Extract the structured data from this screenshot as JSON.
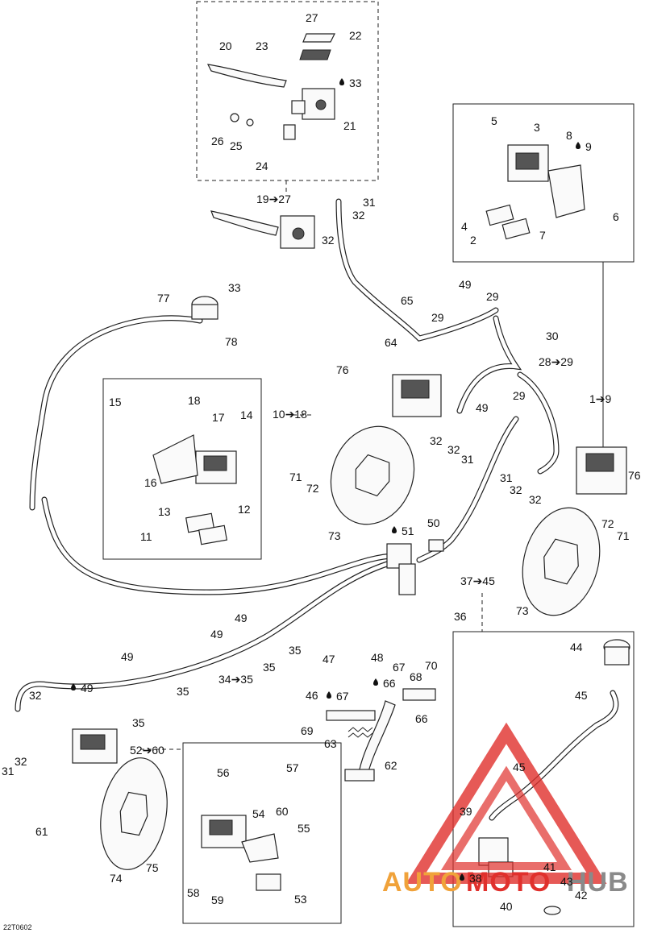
{
  "figure_code": "22T0602",
  "watermark": {
    "part1": "AUTO",
    "part2": "MOTO",
    "part3": "HUB",
    "color_orange": "#f0a23a",
    "color_red": "#e0302c",
    "color_gray": "#8a8a8a"
  },
  "labels": [
    {
      "t": "27"
    },
    {
      "t": "22"
    },
    {
      "t": "20"
    },
    {
      "t": "23"
    },
    {
      "t": "33"
    },
    {
      "t": "21"
    },
    {
      "t": "26"
    },
    {
      "t": "25"
    },
    {
      "t": "24"
    },
    {
      "t": "19➔27"
    },
    {
      "t": "31"
    },
    {
      "t": "32"
    },
    {
      "t": "32"
    },
    {
      "t": "5"
    },
    {
      "t": "3"
    },
    {
      "t": "8"
    },
    {
      "t": "9"
    },
    {
      "t": "4"
    },
    {
      "t": "2"
    },
    {
      "t": "7"
    },
    {
      "t": "6"
    },
    {
      "t": "77"
    },
    {
      "t": "33"
    },
    {
      "t": "78"
    },
    {
      "t": "49"
    },
    {
      "t": "65"
    },
    {
      "t": "29"
    },
    {
      "t": "29"
    },
    {
      "t": "64"
    },
    {
      "t": "30"
    },
    {
      "t": "28➔29"
    },
    {
      "t": "1➔9"
    },
    {
      "t": "76"
    },
    {
      "t": "10➔18"
    },
    {
      "t": "49"
    },
    {
      "t": "29"
    },
    {
      "t": "15"
    },
    {
      "t": "18"
    },
    {
      "t": "17"
    },
    {
      "t": "14"
    },
    {
      "t": "16"
    },
    {
      "t": "12"
    },
    {
      "t": "13"
    },
    {
      "t": "11"
    },
    {
      "t": "32"
    },
    {
      "t": "32"
    },
    {
      "t": "31"
    },
    {
      "t": "71"
    },
    {
      "t": "72"
    },
    {
      "t": "73"
    },
    {
      "t": "31"
    },
    {
      "t": "32"
    },
    {
      "t": "32"
    },
    {
      "t": "76"
    },
    {
      "t": "72"
    },
    {
      "t": "71"
    },
    {
      "t": "73"
    },
    {
      "t": "51"
    },
    {
      "t": "50"
    },
    {
      "t": "37➔45"
    },
    {
      "t": "36"
    },
    {
      "t": "49"
    },
    {
      "t": "49"
    },
    {
      "t": "35"
    },
    {
      "t": "49"
    },
    {
      "t": "35"
    },
    {
      "t": "34➔35"
    },
    {
      "t": "35"
    },
    {
      "t": "49"
    },
    {
      "t": "35"
    },
    {
      "t": "48"
    },
    {
      "t": "47"
    },
    {
      "t": "67"
    },
    {
      "t": "70"
    },
    {
      "t": "66"
    },
    {
      "t": "68"
    },
    {
      "t": "46"
    },
    {
      "t": "67"
    },
    {
      "t": "66"
    },
    {
      "t": "69"
    },
    {
      "t": "63"
    },
    {
      "t": "62"
    },
    {
      "t": "44"
    },
    {
      "t": "45"
    },
    {
      "t": "45"
    },
    {
      "t": "39"
    },
    {
      "t": "41"
    },
    {
      "t": "38"
    },
    {
      "t": "43"
    },
    {
      "t": "42"
    },
    {
      "t": "40"
    },
    {
      "t": "32"
    },
    {
      "t": "32"
    },
    {
      "t": "31"
    },
    {
      "t": "52➔60"
    },
    {
      "t": "61"
    },
    {
      "t": "74"
    },
    {
      "t": "75"
    },
    {
      "t": "56"
    },
    {
      "t": "57"
    },
    {
      "t": "54"
    },
    {
      "t": "60"
    },
    {
      "t": "55"
    },
    {
      "t": "58"
    },
    {
      "t": "59"
    },
    {
      "t": "53"
    }
  ]
}
